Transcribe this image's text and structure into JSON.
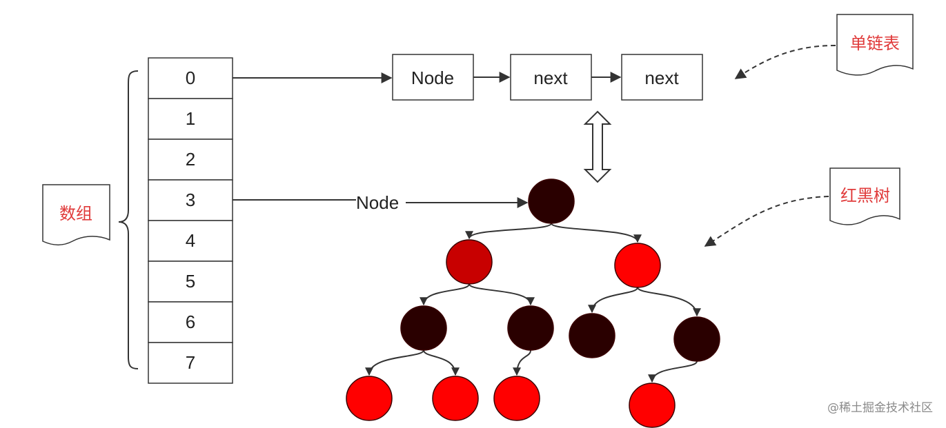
{
  "array": {
    "cells": [
      "0",
      "1",
      "2",
      "3",
      "4",
      "5",
      "6",
      "7"
    ]
  },
  "linked_list": {
    "nodes": [
      "Node",
      "next",
      "next"
    ]
  },
  "tree_link_label": "Node",
  "notes": {
    "array": "数组",
    "linked_list": "单链表",
    "red_black_tree": "红黑树"
  },
  "red_black_tree": {
    "nodes": [
      {
        "color": "black",
        "parent": null
      },
      {
        "color": "red",
        "parent": 0
      },
      {
        "color": "red",
        "parent": 0
      },
      {
        "color": "black",
        "parent": 1
      },
      {
        "color": "black",
        "parent": 1
      },
      {
        "color": "black",
        "parent": 2
      },
      {
        "color": "black",
        "parent": 2
      },
      {
        "color": "red",
        "parent": 3
      },
      {
        "color": "red",
        "parent": 3
      },
      {
        "color": "red",
        "parent": 4
      },
      {
        "color": "red",
        "parent": 6
      }
    ]
  },
  "watermark": "@稀土掘金技术社区",
  "colors": {
    "note_text": "#e03a3a",
    "tree_black": "#2a0000",
    "tree_red": "#ff0000",
    "tree_dark_red": "#c80000"
  }
}
